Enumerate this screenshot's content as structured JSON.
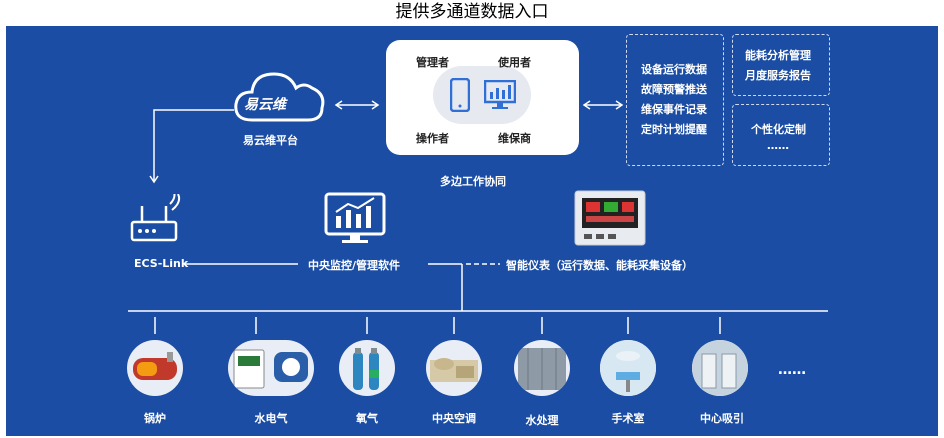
{
  "page_title": "提供多通道数据入口",
  "cloud_platform": {
    "logo_text": "易云维",
    "label": "易云维平台"
  },
  "collaboration": {
    "label": "多边工作协同",
    "roles": [
      "管理者",
      "使用者",
      "操作者",
      "维保商"
    ]
  },
  "data_box": {
    "lines": [
      "设备运行数据",
      "故障预警推送",
      "维保事件记录",
      "定时计划提醒"
    ]
  },
  "analysis_box": {
    "lines": [
      "能耗分析管理",
      "月度服务报告"
    ]
  },
  "custom_box": {
    "lines": [
      "个性化定制",
      "……"
    ]
  },
  "gateway": {
    "label": "ECS-Link"
  },
  "software": {
    "label": "中央监控/管理软件"
  },
  "meter": {
    "label": "智能仪表（运行数据、能耗采集设备）"
  },
  "categories": [
    "锅炉",
    "水电气",
    "氧气",
    "中央空调",
    "水处理",
    "手术室",
    "中心吸引",
    "……"
  ],
  "colors": {
    "panel": "#1a4da3",
    "line": "#ffffff",
    "accent": "#2f6fd6"
  }
}
